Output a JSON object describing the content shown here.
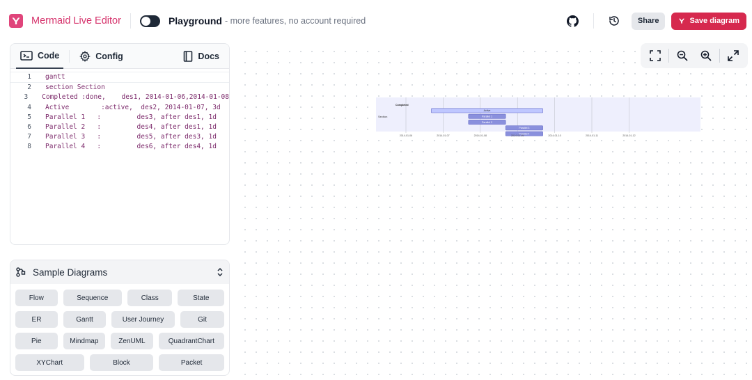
{
  "header": {
    "app_title": "Mermaid Live Editor",
    "playground_title": "Playground",
    "playground_subtitle": "- more features, no account required",
    "share_label": "Share",
    "save_label": "Save diagram"
  },
  "editor": {
    "tabs": [
      {
        "label": "Code",
        "icon": "code-icon"
      },
      {
        "label": "Config",
        "icon": "gear-icon"
      },
      {
        "label": "Docs",
        "icon": "book-icon"
      }
    ],
    "lines": [
      {
        "num": "1",
        "text": "gantt"
      },
      {
        "num": "2",
        "text": "section Section"
      },
      {
        "num": "3",
        "text": "Completed :done,    des1, 2014-01-06,2014-01-08"
      },
      {
        "num": "4",
        "text": "Active        :active,  des2, 2014-01-07, 3d"
      },
      {
        "num": "5",
        "text": "Parallel 1   :         des3, after des1, 1d"
      },
      {
        "num": "6",
        "text": "Parallel 2   :         des4, after des1, 1d"
      },
      {
        "num": "7",
        "text": "Parallel 3   :         des5, after des3, 1d"
      },
      {
        "num": "8",
        "text": "Parallel 4   :         des6, after des4, 1d"
      }
    ]
  },
  "samples": {
    "title": "Sample Diagrams",
    "rows": [
      [
        "Flow",
        "Sequence",
        "Class",
        "State"
      ],
      [
        "ER",
        "Gantt",
        "User Journey",
        "Git"
      ],
      [
        "Pie",
        "Mindmap",
        "ZenUML",
        "QuadrantChart"
      ],
      [
        "XYChart",
        "Block",
        "Packet"
      ]
    ]
  },
  "gantt": {
    "section_label": "Section",
    "ticks": [
      "2014-01-06",
      "2014-01-07",
      "2014-01-08",
      "2014-01-09",
      "2014-01-10",
      "2014-01-11",
      "2014-01-12"
    ],
    "tasks": [
      {
        "name": "Completed",
        "start": 0,
        "end": 2,
        "status": "done"
      },
      {
        "name": "Active",
        "start": 1,
        "end": 4,
        "status": "active"
      },
      {
        "name": "Parallel 1",
        "start": 2,
        "end": 3,
        "status": "normal"
      },
      {
        "name": "Parallel 2",
        "start": 2,
        "end": 3,
        "status": "normal"
      },
      {
        "name": "Parallel 3",
        "start": 3,
        "end": 4,
        "status": "normal"
      },
      {
        "name": "Parallel 4",
        "start": 3,
        "end": 4,
        "status": "normal"
      }
    ]
  },
  "colors": {
    "brand": "#d6336c",
    "save_button": "#d6294e",
    "task_bar": "#8a90dd",
    "active_bar": "#bfc7ff"
  }
}
